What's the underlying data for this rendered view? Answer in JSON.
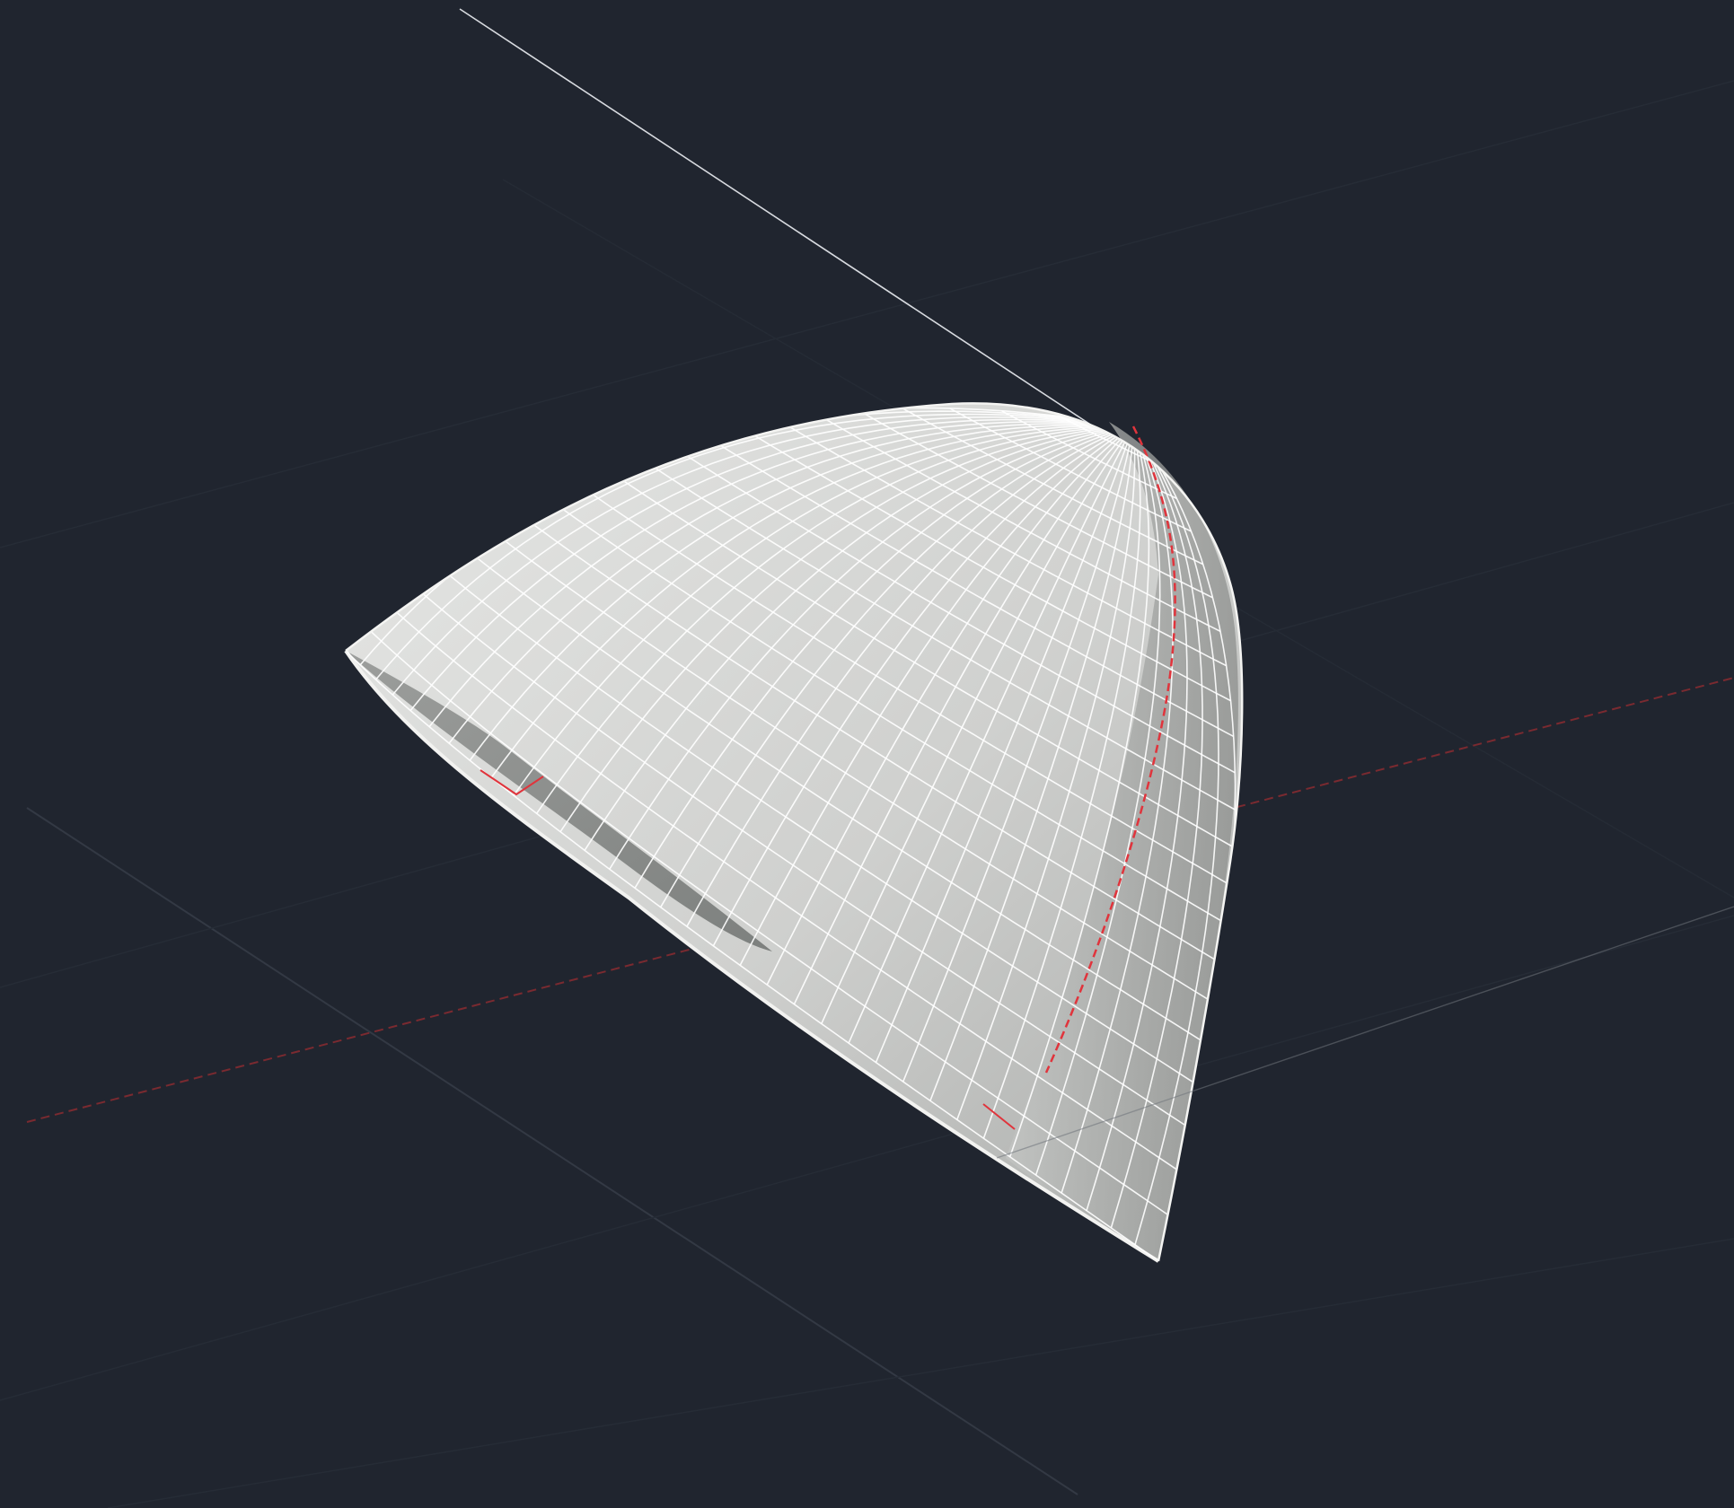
{
  "viewport": {
    "background_color": "#20252f",
    "visual_style": "shaded-with-edges",
    "text": []
  },
  "scene": {
    "object": "paraboloid-surface",
    "surface_fill_color": "#c7c9c7",
    "surface_highlight_color": "#e3e4e2",
    "surface_shadow_color": "#8f918f",
    "isoline_color": "#ffffff",
    "isoline_counts": {
      "u": 34,
      "v": 22
    },
    "seam_color": "#e0343c",
    "axis_color": "#7a2a30",
    "grid_line_color": "#3a4049",
    "construction_line_color": "#d8dbe0"
  }
}
